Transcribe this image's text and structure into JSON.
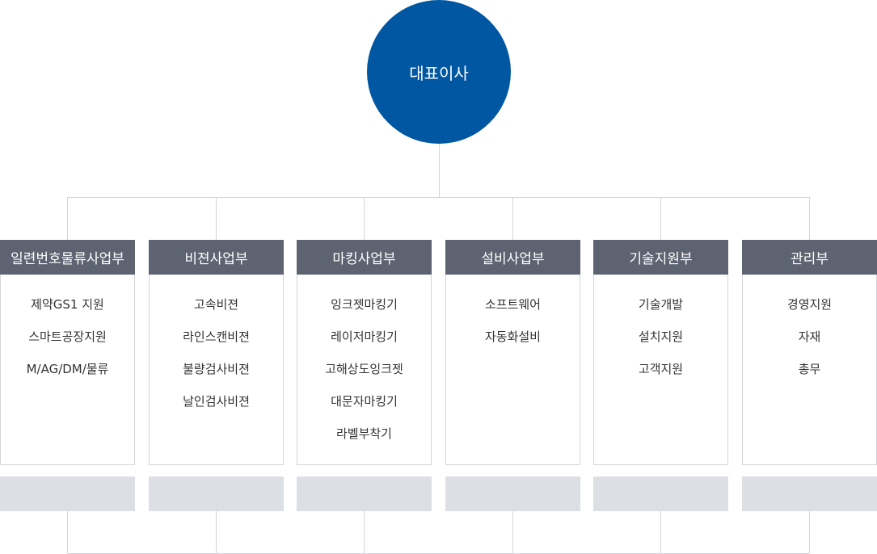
{
  "ceo": {
    "label": "대표이사"
  },
  "colors": {
    "ceo": "#0157a2",
    "header": "#5d6370",
    "footer": "#dcdfe3",
    "line": "#d2d5da"
  },
  "departments": [
    {
      "name": "일련번호물류사업부",
      "items": [
        "제약GS1 지원",
        "스마트공장지원",
        "M/AG/DM/물류"
      ]
    },
    {
      "name": "비젼사업부",
      "items": [
        "고속비젼",
        "라인스캔비젼",
        "불량검사비젼",
        "날인검사비젼"
      ]
    },
    {
      "name": "마킹사업부",
      "items": [
        "잉크젯마킹기",
        "레이저마킹기",
        "고해상도잉크젯",
        "대문자마킹기",
        "라벨부착기"
      ]
    },
    {
      "name": "설비사업부",
      "items": [
        "소프트웨어",
        "자동화설비"
      ]
    },
    {
      "name": "기술지원부",
      "items": [
        "기술개발",
        "설치지원",
        "고객지원"
      ]
    },
    {
      "name": "관리부",
      "items": [
        "경영지원",
        "자재",
        "총무"
      ]
    }
  ]
}
